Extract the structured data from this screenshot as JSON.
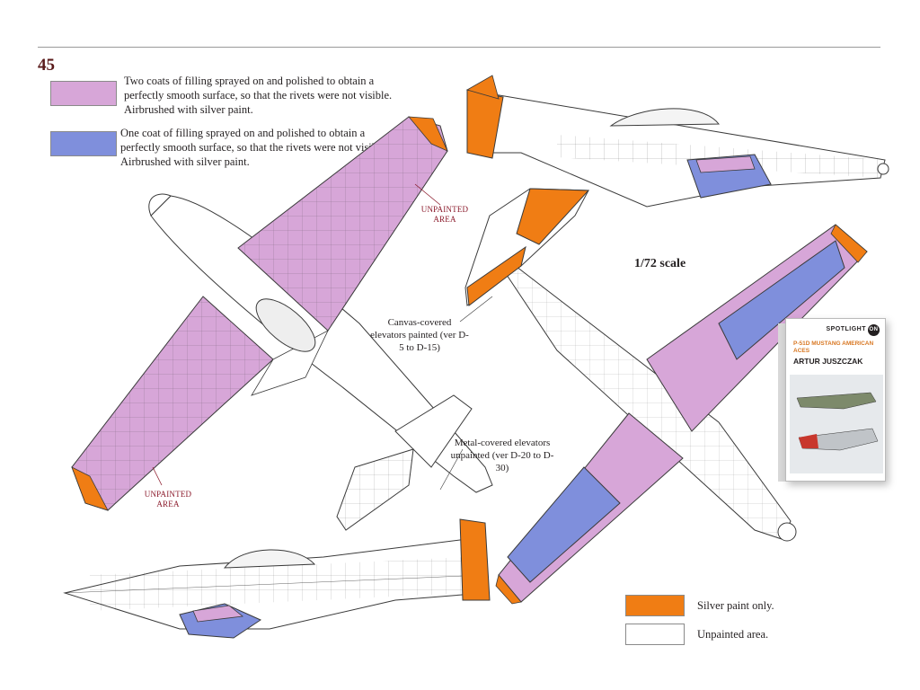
{
  "page": {
    "number": "45"
  },
  "legend_top": [
    {
      "color": "#d7a6d8",
      "text": "Two coats of filling sprayed on and polished to obtain a perfectly smooth surface, so that the rivets were not visible. Airbrushed with silver paint."
    },
    {
      "color": "#7f8fdc",
      "text": "One coat of filling sprayed on and polished to obtain a perfectly smooth surface, so that the rivets were not visible. Airbrushed with silver paint."
    }
  ],
  "legend_bottom": [
    {
      "color": "#f07d14",
      "text": "Silver paint only."
    },
    {
      "color": "#ffffff",
      "text": "Unpainted area."
    }
  ],
  "annotations": {
    "unpainted_1": "UNPAINTED AREA",
    "unpainted_2": "UNPAINTED AREA",
    "canvas": "Canvas-covered elevators painted (ver D-5 to D-15)",
    "metal": "Metal-covered elevators unpainted (ver D-20 to D-30)"
  },
  "scale": "1/72 scale",
  "book": {
    "series": "SPOTLIGHT",
    "series_on": "ON",
    "title": "P-51D MUSTANG AMERICAN ACES",
    "author": "ARTUR JUSZCZAK"
  },
  "colors": {
    "two_coats": "#d7a6d8",
    "one_coat": "#7f8fdc",
    "silver": "#f07d14",
    "line": "#3a3a3a",
    "annotation_red": "#8b1a2b"
  }
}
